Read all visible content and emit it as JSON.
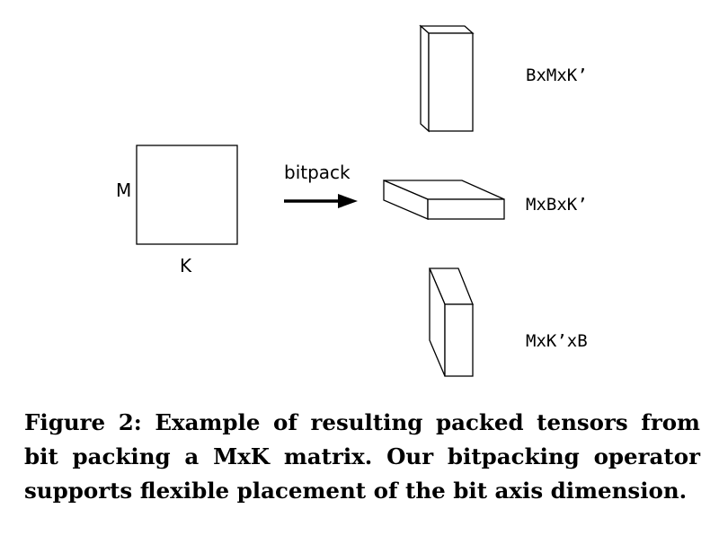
{
  "diagram": {
    "source_matrix": {
      "row_label": "M",
      "col_label": "K"
    },
    "operation_label": "bitpack",
    "results": [
      {
        "id": "bmk",
        "label": "BxMxK’"
      },
      {
        "id": "mbk",
        "label": "MxBxK’"
      },
      {
        "id": "mkb",
        "label": "MxK’xB"
      }
    ]
  },
  "caption": "Figure 2: Example of resulting packed tensors from bit packing a MxK matrix. Our bitpacking operator supports flexible placement of the bit axis dimension."
}
